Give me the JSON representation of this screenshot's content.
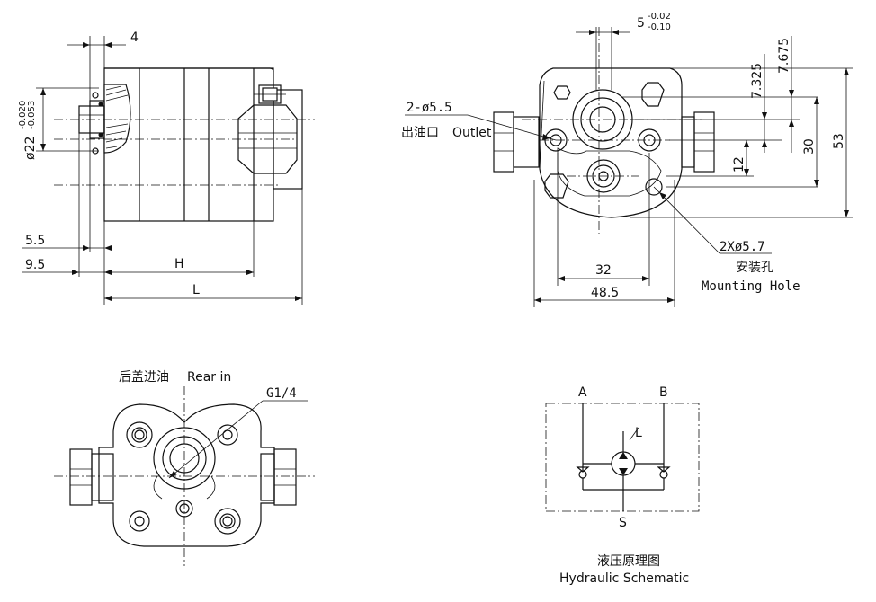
{
  "side_view": {
    "dim_top": "4",
    "dim_diameter": "ø22",
    "dim_diameter_tol_upper": "-0.020",
    "dim_diameter_tol_lower": "-0.053",
    "dim_5_5": "5.5",
    "dim_9_5": "9.5",
    "dim_H": "H",
    "dim_L": "L"
  },
  "front_view": {
    "dim_key": "5",
    "dim_key_tol_upper": "-0.02",
    "dim_key_tol_lower": "-0.10",
    "dim_7_325": "7.325",
    "dim_7_675": "7.675",
    "dim_30": "30",
    "dim_53": "53",
    "dim_12": "12",
    "outlet_holes": "2-ø5.5",
    "outlet_label_cn": "出油口",
    "outlet_label_en": "Outlet",
    "mount_holes": "2Xø5.7",
    "mount_label_cn": "安装孔",
    "mount_label_en": "Mounting Hole",
    "dim_32": "32",
    "dim_48_5": "48.5"
  },
  "rear_view": {
    "title_cn": "后盖进油",
    "title_en": "Rear in",
    "thread": "G1/4"
  },
  "schematic": {
    "port_a": "A",
    "port_b": "B",
    "port_l": "L",
    "port_s": "S",
    "title_cn": "液压原理图",
    "title_en": "Hydraulic  Schematic"
  }
}
